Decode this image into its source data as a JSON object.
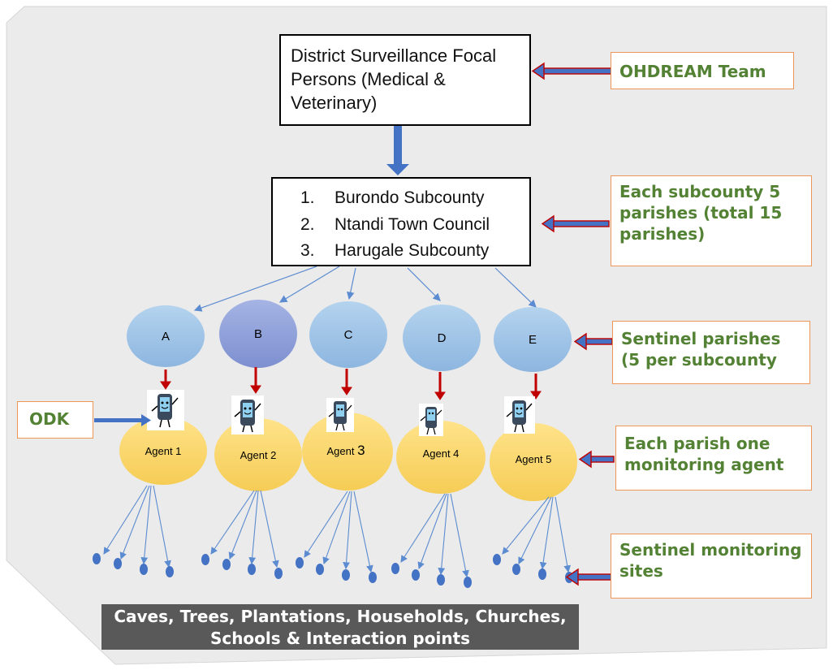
{
  "top_box": {
    "text": "District Surveillance Focal Persons (Medical & Veterinary)"
  },
  "subcounty_box": {
    "items": [
      {
        "num": "1.",
        "label": "Burondo Subcounty"
      },
      {
        "num": "2.",
        "label": "Ntandi Town Council"
      },
      {
        "num": "3.",
        "label": "Harugale Subcounty"
      }
    ]
  },
  "side_labels": {
    "ohdream": "OHDREAM Team",
    "each_subcounty": "Each subcounty 5 parishes (total 15 parishes)",
    "sentinel_parishes": "Sentinel parishes (5 per subcounty",
    "each_parish": "Each parish one monitoring agent",
    "sentinel_sites": "Sentinel monitoring sites",
    "odk": "ODK"
  },
  "parishes": [
    "A",
    "B",
    "C",
    "D",
    "E"
  ],
  "agents": [
    {
      "prefix": "Agent ",
      "num": "1"
    },
    {
      "prefix": "Agent ",
      "num": "2"
    },
    {
      "prefix": "Agent ",
      "num": "3"
    },
    {
      "prefix": "Agent ",
      "num": "4"
    },
    {
      "prefix": "Agent ",
      "num": "5"
    }
  ],
  "bottom_bar": {
    "text": "Caves, Trees, Plantations, Households, Churches, Schools & Interaction points"
  },
  "colors": {
    "panel": "#ebebeb",
    "parish_fill": "#9dc3e6",
    "parish_b_fill": "#8e9fd8",
    "agent_fill": "#ffd966",
    "site_fill": "#4472c4",
    "green_text": "#548235",
    "orange_border": "#f0955a",
    "red_arrow": "#c00000",
    "blue_arrow": "#4472c4"
  }
}
